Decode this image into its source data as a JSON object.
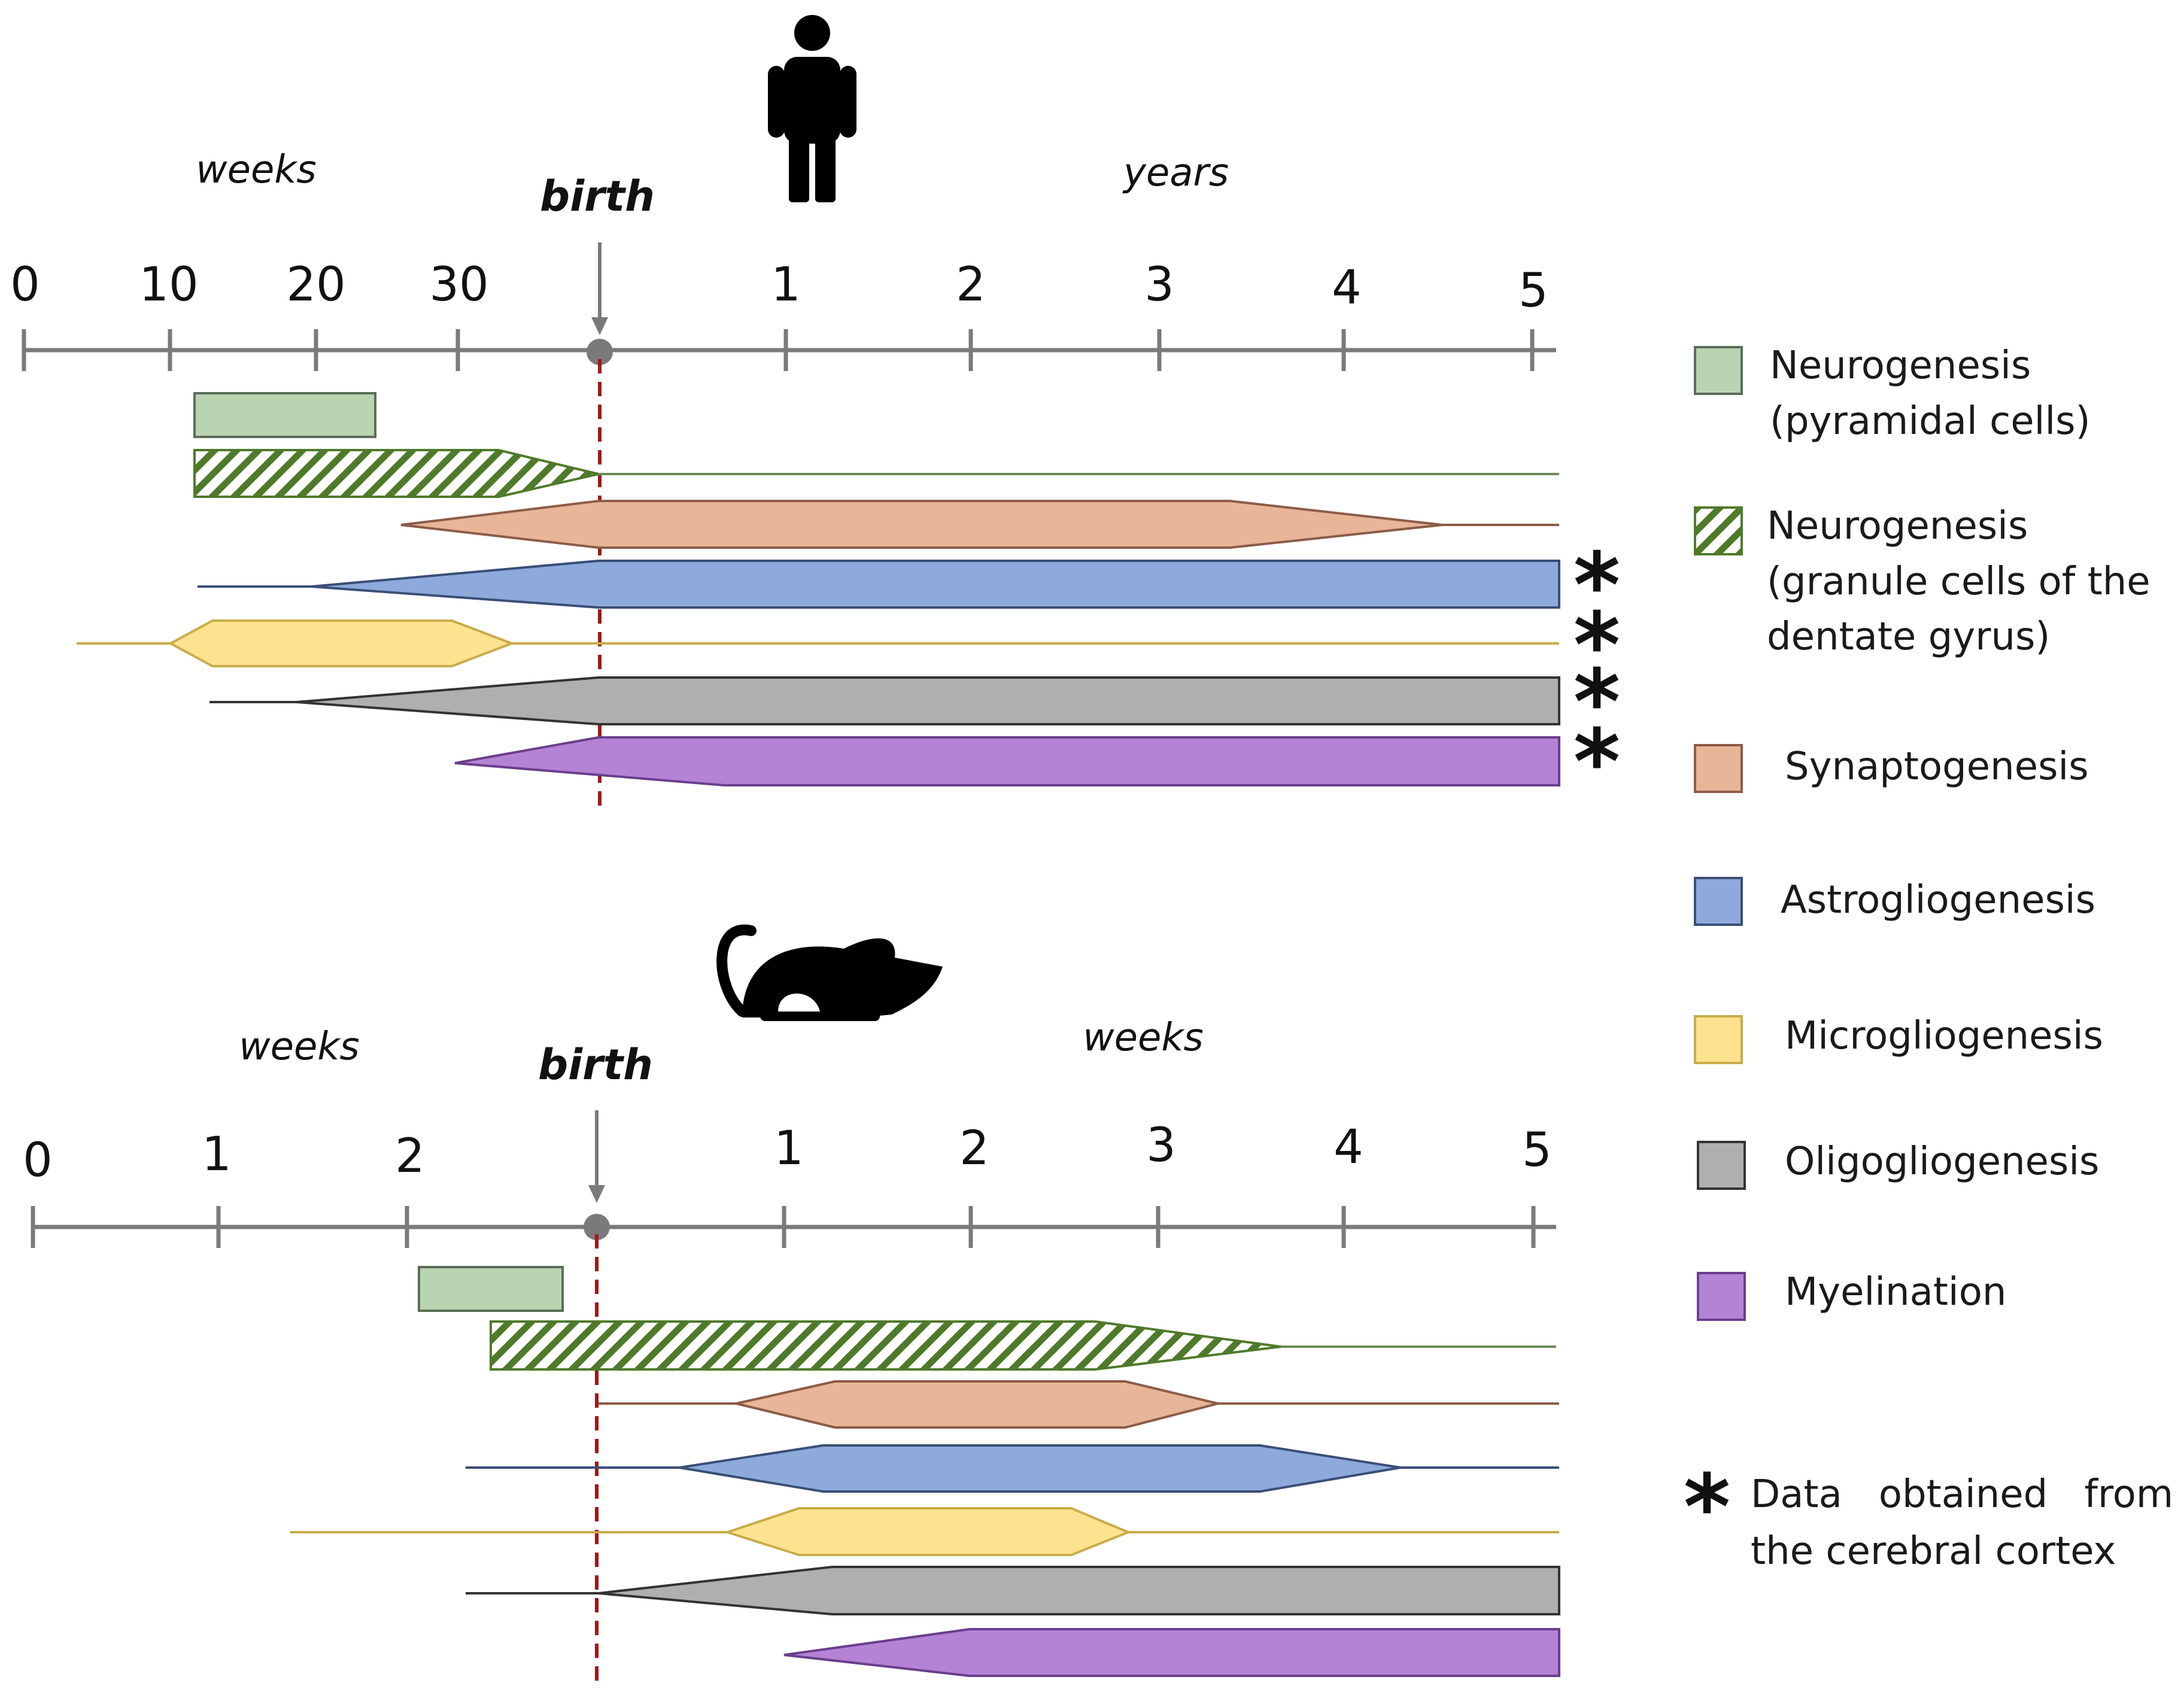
{
  "colors": {
    "neurogenesis_pyramidal": "#b8d4b0",
    "neurogenesis_granule_stripe": "#4f7a2a",
    "synaptogenesis": "#e8b598",
    "astrogliogenesis": "#8eaadb",
    "microgliogenesis": "#fde38f",
    "oligogliogenesis": "#b0aeae",
    "myelination": "#b483d6",
    "axis": "#7a7a7a",
    "birth_line": "#a01818"
  },
  "human": {
    "icon": "human-figure-icon",
    "prenatal_unit": "weeks",
    "postnatal_unit": "years",
    "birth_label": "birth",
    "prenatal_ticks": [
      "0",
      "10",
      "20",
      "30"
    ],
    "postnatal_ticks": [
      "1",
      "2",
      "3",
      "4",
      "5"
    ]
  },
  "rodent": {
    "icon": "mouse-icon",
    "prenatal_unit": "weeks",
    "postnatal_unit": "weeks",
    "birth_label": "birth",
    "prenatal_ticks": [
      "0",
      "1",
      "2"
    ],
    "postnatal_ticks": [
      "1",
      "2",
      "3",
      "4",
      "5"
    ]
  },
  "legend": {
    "items": [
      {
        "key": "neurogenesis_pyramidal",
        "lines": [
          "Neurogenesis",
          "(pyramidal cells)"
        ]
      },
      {
        "key": "neurogenesis_granule",
        "lines": [
          "Neurogenesis",
          "(granule cells of the",
          "dentate gyrus)"
        ]
      },
      {
        "key": "synaptogenesis",
        "lines": [
          "Synaptogenesis"
        ]
      },
      {
        "key": "astrogliogenesis",
        "lines": [
          "Astrogliogenesis"
        ]
      },
      {
        "key": "microgliogenesis",
        "lines": [
          "Microgliogenesis"
        ]
      },
      {
        "key": "oligogliogenesis",
        "lines": [
          "Oligogliogenesis"
        ]
      },
      {
        "key": "myelination",
        "lines": [
          "Myelination"
        ]
      }
    ],
    "note_symbol": "*",
    "note_lines": [
      "Data   obtained   from",
      "the cerebral cortex"
    ]
  }
}
